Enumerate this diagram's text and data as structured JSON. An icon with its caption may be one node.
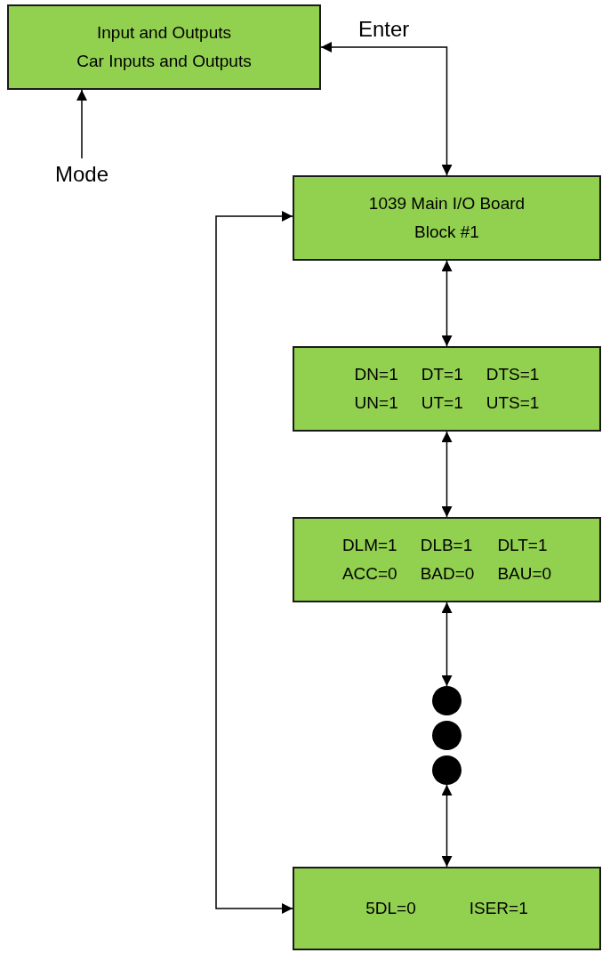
{
  "diagram": {
    "nodes": [
      {
        "text": [
          "Input and Outputs",
          "Car Inputs and Outputs"
        ]
      },
      {
        "text": [
          "Mode"
        ]
      },
      {
        "text": [
          "1039 Main I/O Board",
          "Block #1"
        ]
      },
      {
        "text": [
          "DN=1",
          "DT=1",
          "DTS=1",
          "UN=1",
          "UT=1",
          "UTS=1"
        ]
      },
      {
        "text": [
          "DLM=1",
          "DLB=1",
          "DLT=1",
          "ACC=0",
          "BAD=0",
          "BAU=0"
        ]
      },
      {
        "text": [],
        "shape": "circle"
      },
      {
        "text": [],
        "shape": "circle"
      },
      {
        "text": [],
        "shape": "circle"
      },
      {
        "text": [
          "5DL=0",
          "ISER=1"
        ]
      }
    ],
    "edges": [
      {
        "from": 1,
        "to": 0,
        "arrow": "to"
      },
      {
        "from": 0,
        "to": 2,
        "arrow": "both",
        "label": "Enter"
      },
      {
        "from": 2,
        "to": 3,
        "arrow": "both"
      },
      {
        "from": 3,
        "to": 4,
        "arrow": "both"
      },
      {
        "from": 4,
        "to": 5,
        "arrow": "both"
      },
      {
        "from": 7,
        "to": 8,
        "arrow": "both"
      },
      {
        "from": 8,
        "to": 2,
        "arrow": "both"
      }
    ]
  }
}
